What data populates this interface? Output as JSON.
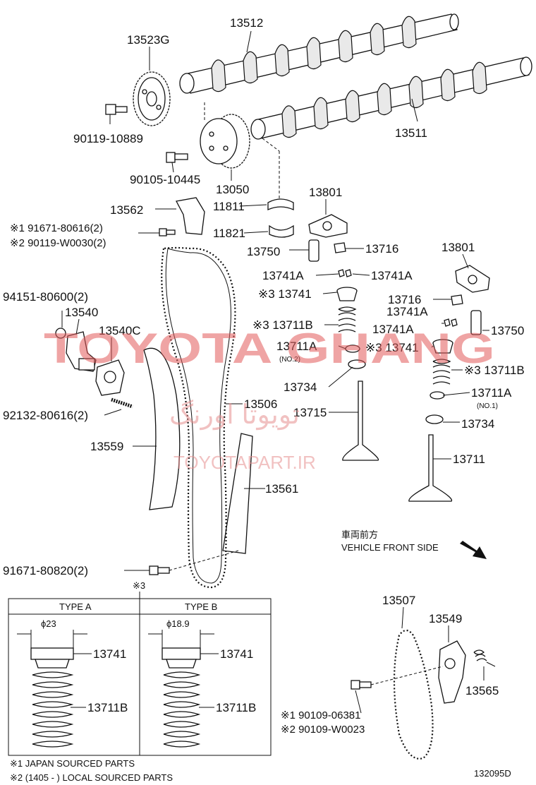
{
  "labels": {
    "p13512": "13512",
    "p13523G": "13523G",
    "p90119_10889": "90119-10889",
    "p13511": "13511",
    "p90105_10445": "90105-10445",
    "p13050": "13050",
    "p13801a": "13801",
    "p13562": "13562",
    "p11811": "11811",
    "p11821": "11821",
    "p91671_80616": "※1 91671-80616(2)",
    "p90119_W0030": "※2 90119-W0030(2)",
    "p13750a": "13750",
    "p13716a": "13716",
    "p13801b": "13801",
    "p13741A_l": "13741A",
    "p13741A_r": "13741A",
    "p94151_80600": "94151-80600(2)",
    "p13741a": "※3 13741",
    "p13540": "13540",
    "p13716b": "13716",
    "p13741A_b1": "13741A",
    "p13540C": "13540C",
    "p13711Ba": "※3 13711B",
    "p13741A_b2": "13741A",
    "p13750b": "13750",
    "p13711Aa": "13711A",
    "p13711Aa_sub": "(NO.2)",
    "p13741b": "※3 13741",
    "p13711Bb": "※3 13711B",
    "p13734a": "13734",
    "p13711Ab": "13711A",
    "p13711Ab_sub": "(NO.1)",
    "p13506": "13506",
    "p92132_80616": "92132-80616(2)",
    "p13715": "13715",
    "p13734b": "13734",
    "p13559": "13559",
    "p13711": "13711",
    "p13561": "13561",
    "front_jp": "車両前方",
    "front_en": "VEHICLE FRONT SIDE",
    "p91671_80820": "91671-80820(2)",
    "ref3": "※3",
    "p13507": "13507",
    "p13549": "13549",
    "p13565": "13565",
    "p90109_06381": "※1 90109-06381",
    "p90109_W0023": "※2 90109-W0023"
  },
  "detail_table": {
    "type_a_header": "TYPE A",
    "type_b_header": "TYPE B",
    "type_a_dim": "ϕ23",
    "type_b_dim": "ϕ18.9",
    "type_a_retainer": "13741",
    "type_a_spring": "13711B",
    "type_b_retainer": "13741",
    "type_b_spring": "13711B"
  },
  "footnotes": {
    "note1": "※1 JAPAN SOURCED PARTS",
    "note2": "※2 (1405 -        ) LOCAL SOURCED PARTS"
  },
  "diagram_id": "132095D",
  "watermark": {
    "brand": "TOYOTA GHANG",
    "persian": "تویوتا اورنگ",
    "site": "TOYOTAPART.IR",
    "color": "#e25a5a"
  }
}
